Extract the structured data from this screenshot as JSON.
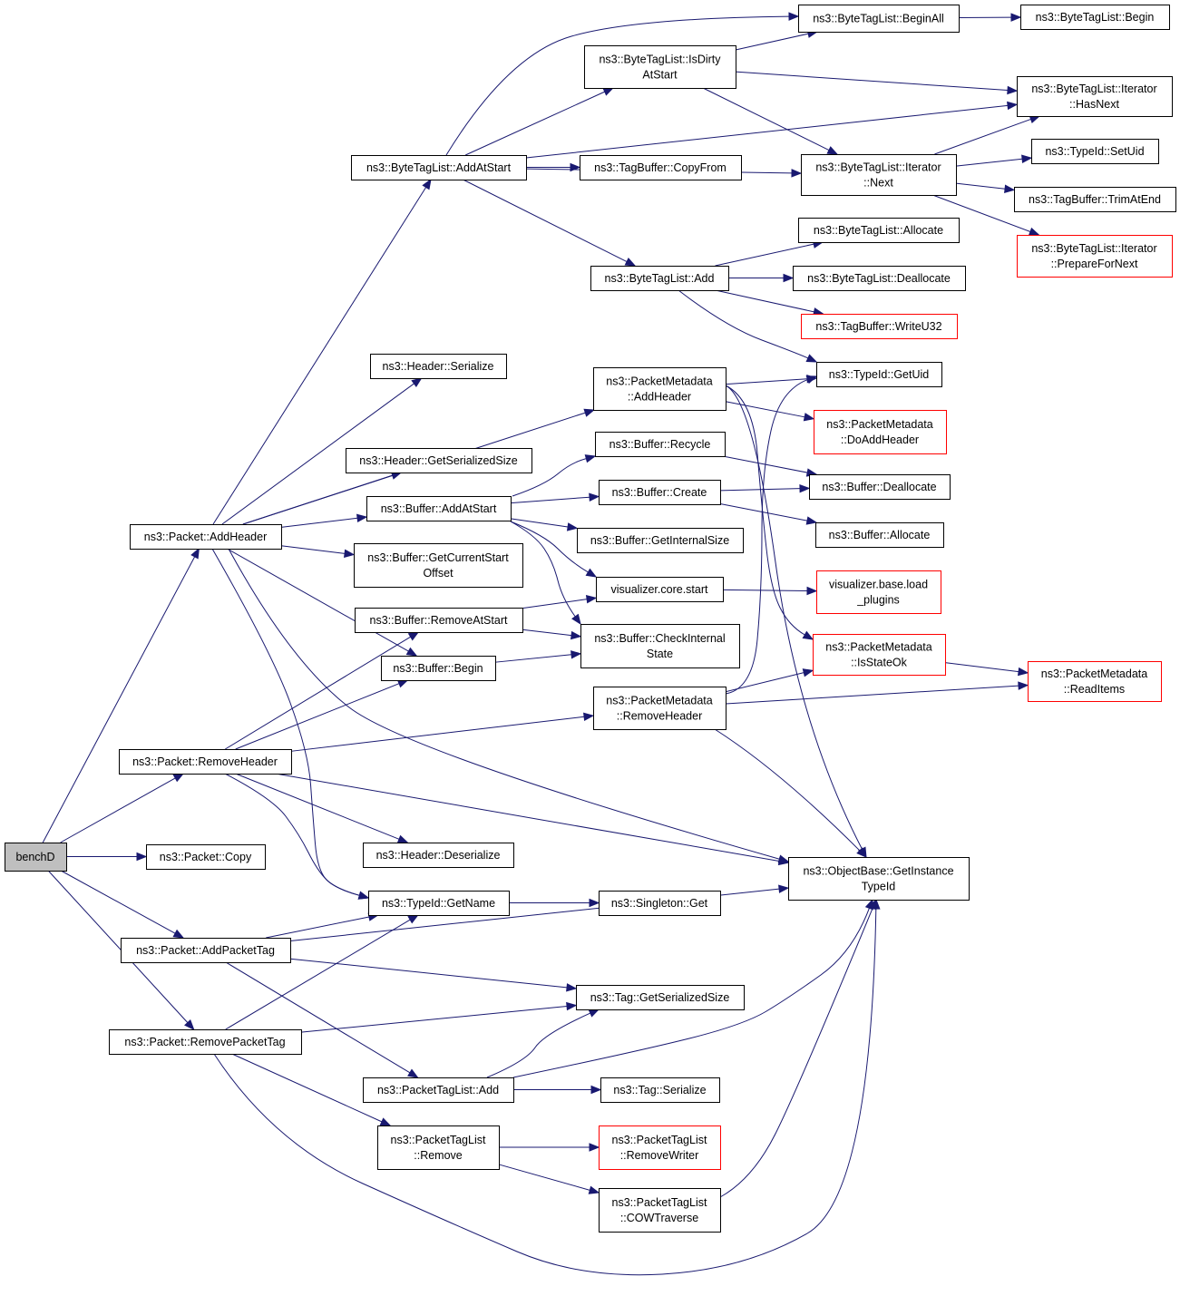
{
  "colors": {
    "edge": "#191970",
    "border": "#000000",
    "incomplete_border": "#ff0000",
    "root_fill": "#bfbfbf"
  },
  "nodes": {
    "benchD": {
      "label": [
        "benchD"
      ],
      "root": true
    },
    "pkt_copy": {
      "label": [
        "ns3::Packet::Copy"
      ]
    },
    "pkt_addheader": {
      "label": [
        "ns3::Packet::AddHeader"
      ]
    },
    "pkt_removeheader": {
      "label": [
        "ns3::Packet::RemoveHeader"
      ]
    },
    "pkt_addpackettag": {
      "label": [
        "ns3::Packet::AddPacketTag"
      ]
    },
    "pkt_removepackettag": {
      "label": [
        "ns3::Packet::RemovePacketTag"
      ]
    },
    "btl_addatstart": {
      "label": [
        "ns3::ByteTagList::AddAtStart"
      ]
    },
    "hdr_serialize": {
      "label": [
        "ns3::Header::Serialize"
      ]
    },
    "hdr_getsersize": {
      "label": [
        "ns3::Header::GetSerializedSize"
      ]
    },
    "buf_addatstart": {
      "label": [
        "ns3::Buffer::AddAtStart"
      ]
    },
    "buf_getcurrentstart": {
      "label": [
        "ns3::Buffer::GetCurrentStart",
        "Offset"
      ]
    },
    "buf_removeatstart": {
      "label": [
        "ns3::Buffer::RemoveAtStart"
      ]
    },
    "buf_begin": {
      "label": [
        "ns3::Buffer::Begin"
      ]
    },
    "hdr_deserialize": {
      "label": [
        "ns3::Header::Deserialize"
      ]
    },
    "typeid_getname": {
      "label": [
        "ns3::TypeId::GetName"
      ]
    },
    "ptl_add": {
      "label": [
        "ns3::PacketTagList::Add"
      ]
    },
    "ptl_remove": {
      "label": [
        "ns3::PacketTagList",
        "::Remove"
      ]
    },
    "btl_isdirtyatstart": {
      "label": [
        "ns3::ByteTagList::IsDirty",
        "AtStart"
      ]
    },
    "btl_beginall": {
      "label": [
        "ns3::ByteTagList::BeginAll"
      ]
    },
    "tagbuf_copyfrom": {
      "label": [
        "ns3::TagBuffer::CopyFrom"
      ]
    },
    "btl_add": {
      "label": [
        "ns3::ByteTagList::Add"
      ]
    },
    "pm_addheader": {
      "label": [
        "ns3::PacketMetadata",
        "::AddHeader"
      ]
    },
    "buf_recycle": {
      "label": [
        "ns3::Buffer::Recycle"
      ]
    },
    "buf_create": {
      "label": [
        "ns3::Buffer::Create"
      ]
    },
    "buf_getinternalsize": {
      "label": [
        "ns3::Buffer::GetInternalSize"
      ]
    },
    "viz_core_start": {
      "label": [
        "visualizer.core.start"
      ]
    },
    "buf_checkinternalstate": {
      "label": [
        "ns3::Buffer::CheckInternal",
        "State"
      ]
    },
    "pm_removeheader": {
      "label": [
        "ns3::PacketMetadata",
        "::RemoveHeader"
      ]
    },
    "singleton_get": {
      "label": [
        "ns3::Singleton::Get"
      ]
    },
    "tag_getsersize": {
      "label": [
        "ns3::Tag::GetSerializedSize"
      ]
    },
    "tag_serialize": {
      "label": [
        "ns3::Tag::Serialize"
      ]
    },
    "ptl_removewriter": {
      "label": [
        "ns3::PacketTagList",
        "::RemoveWriter"
      ],
      "red": true
    },
    "ptl_cowtraverse": {
      "label": [
        "ns3::PacketTagList",
        "::COWTraverse"
      ]
    },
    "btl_iter_next": {
      "label": [
        "ns3::ByteTagList::Iterator",
        "::Next"
      ]
    },
    "btl_allocate": {
      "label": [
        "ns3::ByteTagList::Allocate"
      ]
    },
    "btl_deallocate": {
      "label": [
        "ns3::ByteTagList::Deallocate"
      ]
    },
    "tagbuf_writeu32": {
      "label": [
        "ns3::TagBuffer::WriteU32"
      ],
      "red": true
    },
    "typeid_getuid": {
      "label": [
        "ns3::TypeId::GetUid"
      ]
    },
    "pm_doaddheader": {
      "label": [
        "ns3::PacketMetadata",
        "::DoAddHeader"
      ],
      "red": true
    },
    "buf_deallocate": {
      "label": [
        "ns3::Buffer::Deallocate"
      ]
    },
    "buf_allocate": {
      "label": [
        "ns3::Buffer::Allocate"
      ]
    },
    "viz_base_loadplugins": {
      "label": [
        "visualizer.base.load",
        "_plugins"
      ],
      "red": true
    },
    "pm_isstateok": {
      "label": [
        "ns3::PacketMetadata",
        "::IsStateOk"
      ],
      "red": true
    },
    "objbase_getinstancetypeid": {
      "label": [
        "ns3::ObjectBase::GetInstance",
        "TypeId"
      ]
    },
    "btl_begin": {
      "label": [
        "ns3::ByteTagList::Begin"
      ]
    },
    "btl_iter_hasnext": {
      "label": [
        "ns3::ByteTagList::Iterator",
        "::HasNext"
      ]
    },
    "typeid_setuid": {
      "label": [
        "ns3::TypeId::SetUid"
      ]
    },
    "tagbuf_trimatend": {
      "label": [
        "ns3::TagBuffer::TrimAtEnd"
      ]
    },
    "btl_iter_prepare": {
      "label": [
        "ns3::ByteTagList::Iterator",
        "::PrepareForNext"
      ],
      "red": true
    },
    "pm_readitems": {
      "label": [
        "ns3::PacketMetadata",
        "::ReadItems"
      ],
      "red": true
    }
  },
  "edges": [
    [
      "benchD",
      "pkt_addheader"
    ],
    [
      "benchD",
      "pkt_removeheader"
    ],
    [
      "benchD",
      "pkt_copy"
    ],
    [
      "benchD",
      "pkt_addpackettag"
    ],
    [
      "benchD",
      "pkt_removepackettag"
    ],
    [
      "pkt_addheader",
      "btl_addatstart"
    ],
    [
      "pkt_addheader",
      "hdr_serialize"
    ],
    [
      "pkt_addheader",
      "pm_addheader"
    ],
    [
      "pkt_addheader",
      "hdr_getsersize"
    ],
    [
      "pkt_addheader",
      "buf_addatstart"
    ],
    [
      "pkt_addheader",
      "buf_getcurrentstart"
    ],
    [
      "pkt_addheader",
      "buf_begin"
    ],
    [
      "pkt_addheader",
      "typeid_getname"
    ],
    [
      "pkt_addheader",
      "objbase_getinstancetypeid"
    ],
    [
      "pkt_removeheader",
      "buf_removeatstart"
    ],
    [
      "pkt_removeheader",
      "buf_begin"
    ],
    [
      "pkt_removeheader",
      "pm_removeheader"
    ],
    [
      "pkt_removeheader",
      "hdr_deserialize"
    ],
    [
      "pkt_removeheader",
      "typeid_getname"
    ],
    [
      "pkt_removeheader",
      "objbase_getinstancetypeid"
    ],
    [
      "pkt_addpackettag",
      "typeid_getname"
    ],
    [
      "pkt_addpackettag",
      "objbase_getinstancetypeid"
    ],
    [
      "pkt_addpackettag",
      "tag_getsersize"
    ],
    [
      "pkt_addpackettag",
      "ptl_add"
    ],
    [
      "pkt_removepackettag",
      "typeid_getname"
    ],
    [
      "pkt_removepackettag",
      "tag_getsersize"
    ],
    [
      "pkt_removepackettag",
      "ptl_remove"
    ],
    [
      "pkt_removepackettag",
      "objbase_getinstancetypeid"
    ],
    [
      "btl_addatstart",
      "btl_beginall"
    ],
    [
      "btl_addatstart",
      "btl_isdirtyatstart"
    ],
    [
      "btl_addatstart",
      "btl_iter_hasnext"
    ],
    [
      "btl_addatstart",
      "tagbuf_copyfrom"
    ],
    [
      "btl_addatstart",
      "btl_iter_next"
    ],
    [
      "btl_addatstart",
      "btl_add"
    ],
    [
      "btl_isdirtyatstart",
      "btl_beginall"
    ],
    [
      "btl_isdirtyatstart",
      "btl_iter_hasnext"
    ],
    [
      "btl_isdirtyatstart",
      "btl_iter_next"
    ],
    [
      "btl_beginall",
      "btl_begin"
    ],
    [
      "btl_iter_next",
      "btl_iter_hasnext"
    ],
    [
      "btl_iter_next",
      "typeid_setuid"
    ],
    [
      "btl_iter_next",
      "tagbuf_trimatend"
    ],
    [
      "btl_iter_next",
      "btl_iter_prepare"
    ],
    [
      "btl_add",
      "btl_allocate"
    ],
    [
      "btl_add",
      "btl_deallocate"
    ],
    [
      "btl_add",
      "tagbuf_writeu32"
    ],
    [
      "btl_add",
      "typeid_getuid"
    ],
    [
      "pm_addheader",
      "typeid_getuid"
    ],
    [
      "pm_addheader",
      "pm_doaddheader"
    ],
    [
      "pm_addheader",
      "pm_isstateok"
    ],
    [
      "pm_addheader",
      "objbase_getinstancetypeid"
    ],
    [
      "buf_addatstart",
      "buf_recycle"
    ],
    [
      "buf_addatstart",
      "buf_create"
    ],
    [
      "buf_addatstart",
      "buf_getinternalsize"
    ],
    [
      "buf_addatstart",
      "viz_core_start"
    ],
    [
      "buf_addatstart",
      "buf_checkinternalstate"
    ],
    [
      "buf_recycle",
      "buf_deallocate"
    ],
    [
      "buf_create",
      "buf_deallocate"
    ],
    [
      "buf_create",
      "buf_allocate"
    ],
    [
      "viz_core_start",
      "viz_base_loadplugins"
    ],
    [
      "buf_removeatstart",
      "viz_core_start"
    ],
    [
      "buf_removeatstart",
      "buf_checkinternalstate"
    ],
    [
      "buf_begin",
      "buf_checkinternalstate"
    ],
    [
      "pm_removeheader",
      "typeid_getuid"
    ],
    [
      "pm_removeheader",
      "pm_isstateok"
    ],
    [
      "pm_removeheader",
      "pm_readitems"
    ],
    [
      "pm_removeheader",
      "objbase_getinstancetypeid"
    ],
    [
      "pm_isstateok",
      "pm_readitems"
    ],
    [
      "typeid_getname",
      "singleton_get"
    ],
    [
      "ptl_add",
      "tag_getsersize"
    ],
    [
      "ptl_add",
      "tag_serialize"
    ],
    [
      "ptl_add",
      "objbase_getinstancetypeid"
    ],
    [
      "ptl_remove",
      "ptl_removewriter"
    ],
    [
      "ptl_remove",
      "ptl_cowtraverse"
    ],
    [
      "ptl_cowtraverse",
      "objbase_getinstancetypeid"
    ]
  ]
}
